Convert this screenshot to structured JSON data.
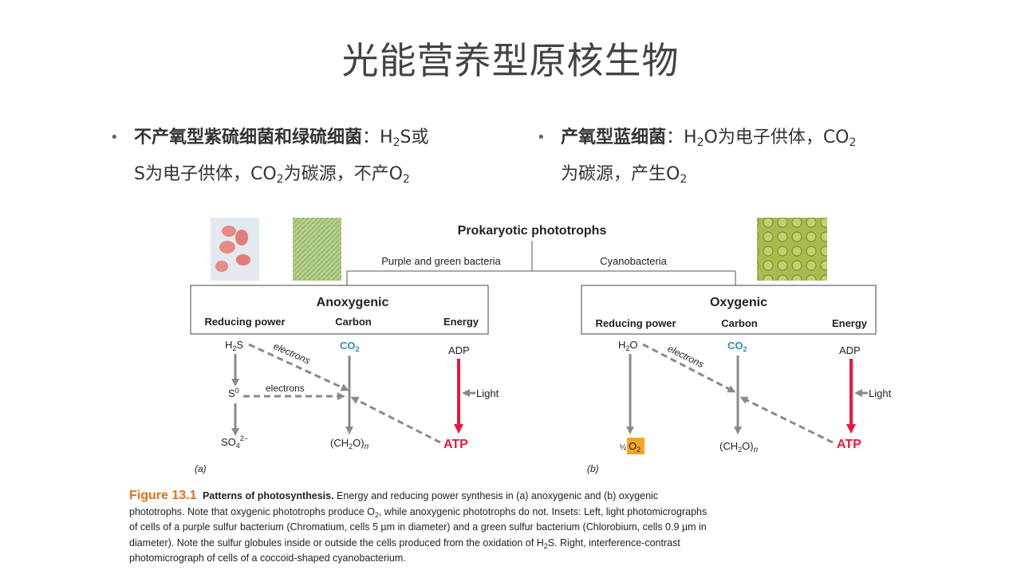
{
  "slide": {
    "title": "光能营养型原核生物"
  },
  "bullets": {
    "left": {
      "bold": "不产氧型紫硫细菌和绿硫细菌",
      "colon": "：",
      "t1": "H",
      "t1_sub": "2",
      "t2": "S或",
      "t3": "S为电子供体，CO",
      "t3_sub": "2",
      "t4": "为碳源，不产O",
      "t4_sub": "2"
    },
    "right": {
      "bold": "产氧型蓝细菌",
      "colon": "：",
      "t1": "H",
      "t1_sub": "2",
      "t2": "O为电子供体，CO",
      "t2_sub": "2",
      "t3": "为碳源，产生O",
      "t3_sub": "2"
    }
  },
  "diagram": {
    "header": "Prokaryotic phototrophs",
    "branch_left": "Purple and green bacteria",
    "branch_right": "Cyanobacteria",
    "panel_a": {
      "box_title": "Anoxygenic",
      "col_reducing": "Reducing power",
      "col_carbon": "Carbon",
      "col_energy": "Energy",
      "h2s": "H2S",
      "s0": "S0",
      "so4": "SO42−",
      "electrons1": "electrons",
      "electrons2": "electrons",
      "co2": "CO2",
      "ch2o": "(CH2O)n",
      "adp": "ADP",
      "light": "Light",
      "atp": "ATP",
      "label": "(a)"
    },
    "panel_b": {
      "box_title": "Oxygenic",
      "col_reducing": "Reducing power",
      "col_carbon": "Carbon",
      "col_energy": "Energy",
      "h2o": "H2O",
      "half_o2": "½ O2",
      "electrons": "electrons",
      "co2": "CO2",
      "ch2o": "(CH2O)n",
      "adp": "ADP",
      "light": "Light",
      "atp": "ATP",
      "label": "(b)"
    }
  },
  "caption": {
    "fig_label": "Figure 13.1",
    "fig_head": "Patterns of photosynthesis.",
    "text1": " Energy and reducing power synthesis in (a) anoxygenic and (b) oxygenic phototrophs. Note that oxygenic phototrophs produce O",
    "text1_sub": "2",
    "text2": ", while anoxygenic phototrophs do not. Insets: Left, light photomicrographs of cells of a purple sulfur bacterium (Chromatium, cells 5 µm in diameter) and a green sulfur bacterium (Chlorobium, cells 0.9 µm in diameter). Note the sulfur globules inside or outside the cells produced from the oxidation of H",
    "text2_sub": "2",
    "text3": "S. Right, interference-contrast photomicrograph of cells of a coccoid-shaped cyanobacterium."
  },
  "colors": {
    "co2_blue": "#2a8fc6",
    "atp_red": "#e8173c",
    "arrow_gray": "#8a8a8a",
    "o2_highlight": "#f5a623",
    "figure_label_orange": "#e46e1b"
  }
}
